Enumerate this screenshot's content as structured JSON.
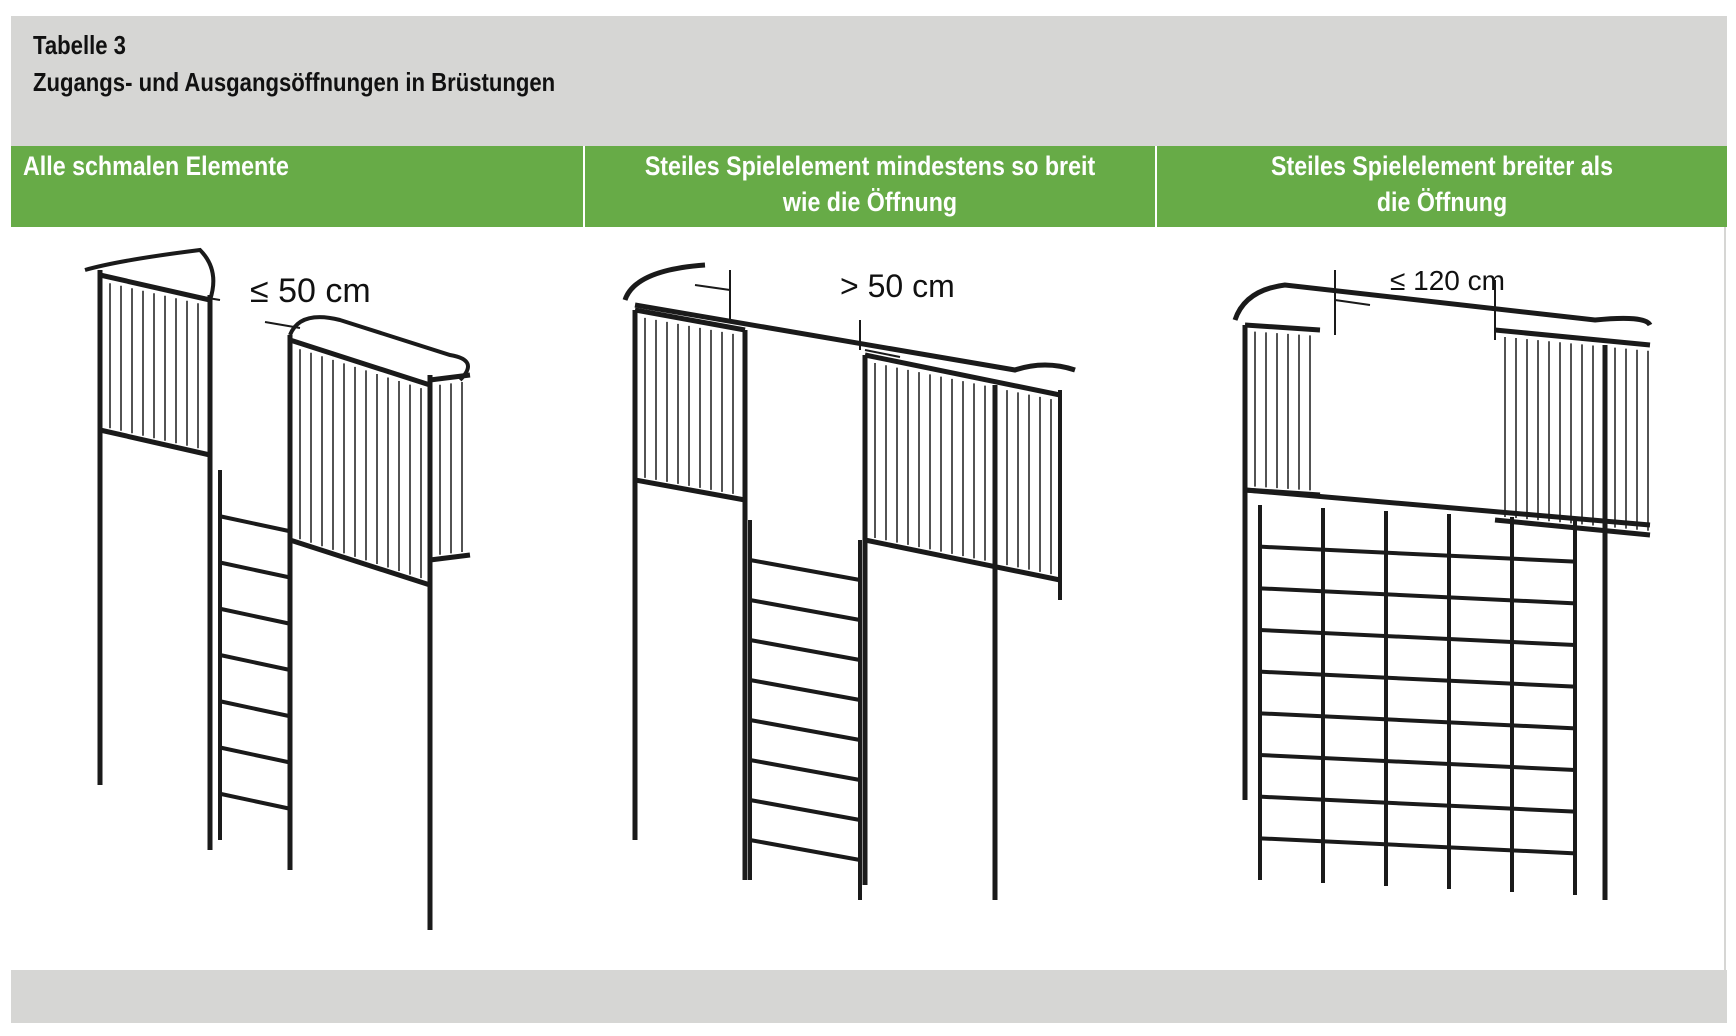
{
  "header": {
    "label": "Tabelle 3",
    "title": "Zugangs- und Ausgangsöffnungen in Brüstungen"
  },
  "columns": [
    {
      "heading_line1": "Alle schmalen Elemente",
      "heading_line2": "",
      "dimension": "≤ 50 cm",
      "ladder_cols": 1
    },
    {
      "heading_line1": "Steiles Spielelement mindestens so breit",
      "heading_line2": "wie die Öffnung",
      "dimension": "> 50 cm",
      "ladder_cols": 1
    },
    {
      "heading_line1": "Steiles Spielelement breiter als",
      "heading_line2": "die Öffnung",
      "dimension": "≤ 120 cm",
      "ladder_cols": 5
    }
  ]
}
